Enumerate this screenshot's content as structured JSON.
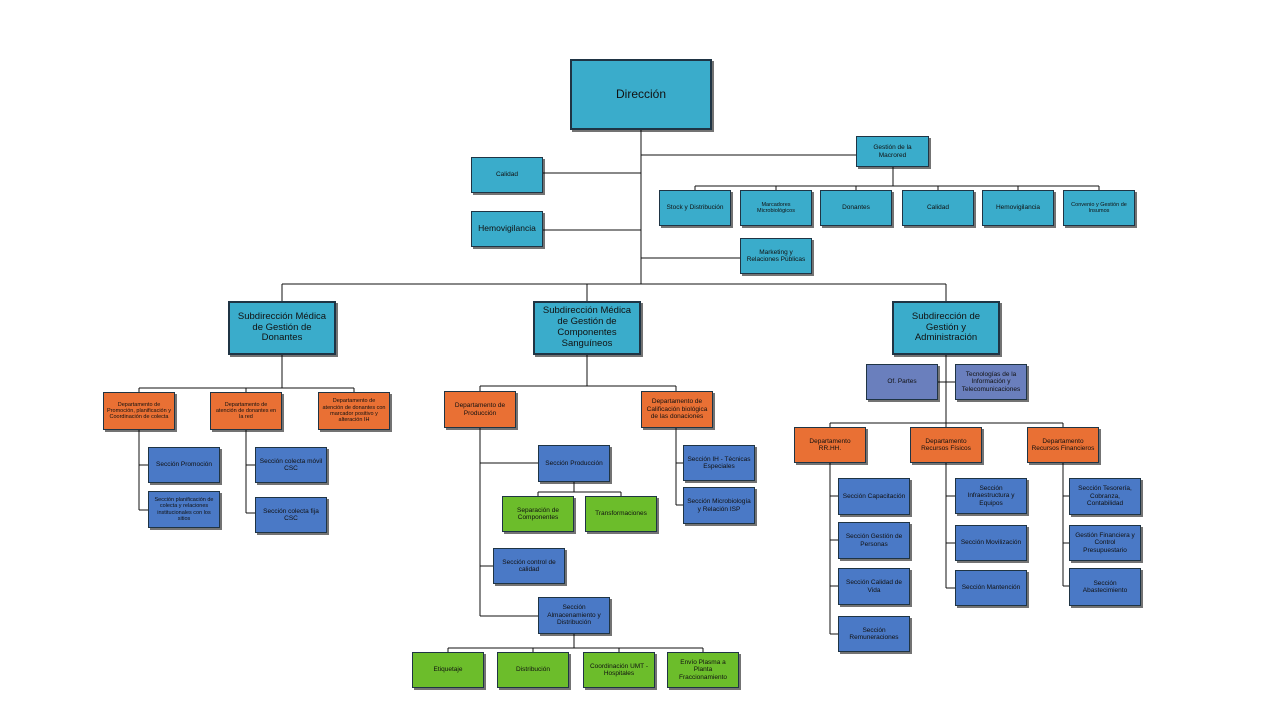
{
  "org": {
    "direccion": "Dirección",
    "staff": {
      "calidad": "Calidad",
      "hemovigilancia": "Hemovigilancia",
      "gestion_macrored": "Gestión de la Macrored",
      "macrored_units": [
        "Stock y Distribución",
        "Marcadores Microbiológicos",
        "Donantes",
        "Calidad",
        "Hemovigilancia",
        "Convenio y Gestión de Insumos"
      ],
      "marketing": "Marketing y Relaciones Públicas"
    },
    "sub_donantes": {
      "title": "Subdirección Médica de Gestión de Donantes",
      "dept_promocion": "Departamento de Promoción, planificación y Coordinación de colecta",
      "dept_atencion_red": "Departamento de atención de donantes en la red",
      "dept_atencion_marcador": "Departamento de atención de donantes con marcador positivo y alteración IH",
      "sec_promocion": "Sección Promoción",
      "sec_planificacion": "Sección planificación de colecta y relaciones institucionales con los sitios",
      "sec_colecta_movil": "Sección colecta móvil CSC",
      "sec_colecta_fija": "Sección colecta fija CSC"
    },
    "sub_componentes": {
      "title": "Subdirección Médica de Gestión de Componentes Sanguíneos",
      "dept_produccion": "Departamento de Producción",
      "dept_calificacion": "Departamento de Calificación biológica de las donaciones",
      "sec_produccion": "Sección Producción",
      "separacion": "Separación de Componentes",
      "transformaciones": "Transformaciones",
      "sec_control_calidad": "Sección control de calidad",
      "sec_almacenamiento": "Sección Almacenamiento y Distribución",
      "etiquetaje": "Etiquetaje",
      "distribucion": "Distribución",
      "coordinacion_umt": "Coordinación UMT - Hospitales",
      "envio_plasma": "Envío Plasma a Planta Fraccionamiento",
      "sec_ih": "Sección IH - Técnicas Especiales",
      "sec_microbiologia": "Sección Microbiología y Relación ISP"
    },
    "sub_gestion": {
      "title": "Subdirección de Gestión y Administración",
      "of_partes": "Of. Partes",
      "tecnologias": "Tecnologías de la Información y Telecomunicaciones",
      "dept_rrhh": "Departamento RR.HH.",
      "dept_recursos_fisicos": "Departamento Recursos Físicos",
      "dept_recursos_financieros": "Departamento Recursos Financieros",
      "sec_capacitacion": "Sección Capacitación",
      "sec_gestion_personas": "Sección Gestión de Personas",
      "sec_calidad_vida": "Sección Calidad de Vida",
      "sec_remuneraciones": "Sección Remuneraciones",
      "sec_infraestructura": "Sección Infraestructura y Equipos",
      "sec_movilizacion": "Sección Movilización",
      "sec_mantencion": "Sección Mantención",
      "sec_tesoreria": "Sección Tesorería, Cobranza, Contabilidad",
      "gestion_financiera": "Gestión Financiera y Control Presupuestario",
      "sec_abastecimiento": "Sección Abastecimiento"
    }
  }
}
